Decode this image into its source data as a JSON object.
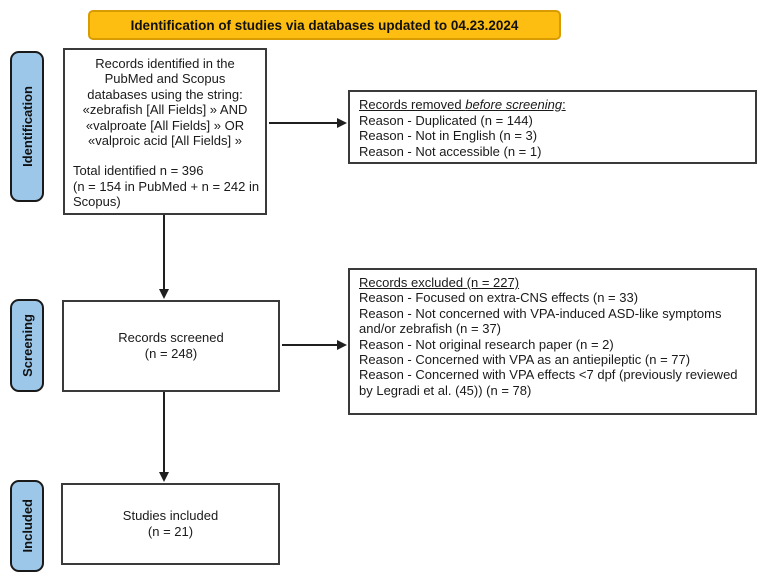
{
  "banner": {
    "title": "Identification of studies via databases updated to 04.23.2024"
  },
  "stages": {
    "identification": "Identification",
    "screening": "Screening",
    "included": "Included"
  },
  "identified_box": {
    "centered_lines": [
      "Records identified in the",
      "PubMed and Scopus",
      "databases using the string:",
      "«zebrafish [All Fields] » AND",
      "«valproate [All Fields] » OR",
      "«valproic acid [All Fields] »"
    ],
    "left_lines": [
      "Total identified n = 396",
      "(n = 154 in PubMed + n = 242 in Scopus)"
    ]
  },
  "removed_box": {
    "heading_plain": "Records removed ",
    "heading_italic": "before screening",
    "heading_colon": ":",
    "reasons": [
      "Reason - Duplicated (n = 144)",
      "Reason - Not in English (n = 3)",
      "Reason - Not accessible (n = 1)"
    ]
  },
  "screened_box": {
    "line1": "Records screened",
    "line2": "(n = 248)"
  },
  "excluded_box": {
    "heading": "Records excluded (n = 227)",
    "reasons": [
      "Reason - Focused on extra-CNS effects (n = 33)",
      "Reason - Not concerned with VPA-induced ASD-like symptoms and/or zebrafish (n = 37)",
      "Reason - Not original research paper (n = 2)",
      "Reason - Concerned with VPA as an antiepileptic (n = 77)",
      "Reason - Concerned with VPA effects <7 dpf (previously reviewed by Legradi et al. (45)) (n = 78)"
    ]
  },
  "included_box": {
    "line1": "Studies included",
    "line2": "(n = 21)"
  },
  "colors": {
    "banner_bg": "#FDBE11",
    "banner_border": "#D89B00",
    "stage_bg": "#9CC7E9",
    "line": "#1f1f1f",
    "box_border": "#3a3a3a"
  }
}
